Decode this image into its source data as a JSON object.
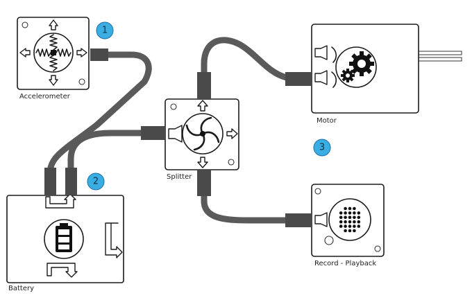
{
  "modules": {
    "accelerometer": {
      "label": "Accelerometer"
    },
    "battery": {
      "label": "Battery"
    },
    "splitter": {
      "label": "Splitter"
    },
    "motor": {
      "label": "Motor"
    },
    "record": {
      "label": "Record - Playback"
    }
  },
  "badges": [
    {
      "text": "1"
    },
    {
      "text": "2"
    },
    {
      "text": "3"
    }
  ],
  "colors": {
    "badge": "#3aaee3",
    "cable": "#5a5a5a",
    "plug": "#4a4a4a"
  }
}
